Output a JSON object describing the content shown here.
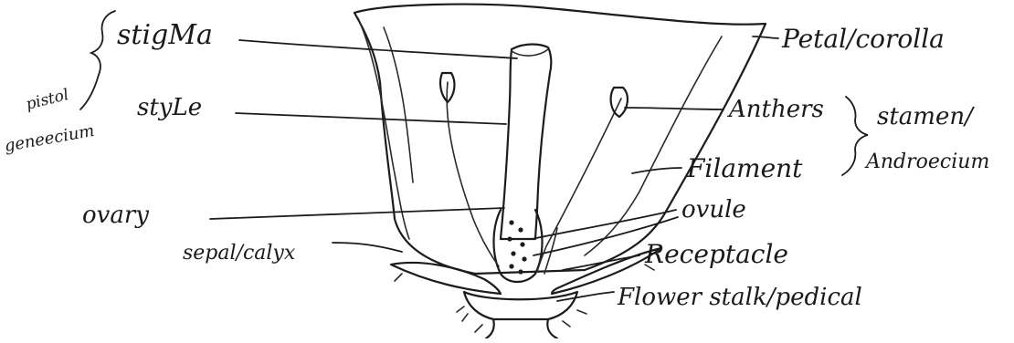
{
  "labels": {
    "stigma": "stigMa",
    "style": "styLe",
    "pistol": "pistol",
    "gynoecium": "geneecium",
    "ovary": "ovary",
    "sepal": "sepal/calyx",
    "petal": "Petal/corolla",
    "anthers": "Anthers",
    "stamen": "stamen/",
    "androecium": "Androecium",
    "filament": "Filament",
    "ovule": "ovule",
    "receptacle": "Receptacle",
    "flower_stalk": "Flower stalk/pedical"
  }
}
